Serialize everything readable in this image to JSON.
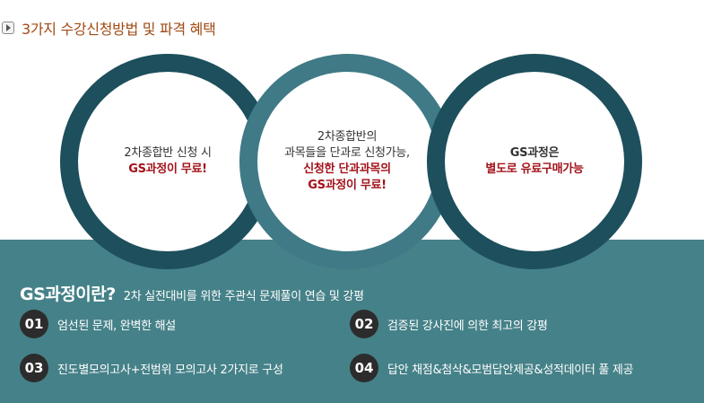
{
  "header": {
    "title": "3가지 수강신청방법 및 파격 혜택"
  },
  "circles": [
    {
      "line1": "2차종합반 신청 시",
      "line2": "GS과정이 무료!"
    },
    {
      "line1": "2차종합반의",
      "line2": "과목들을 단과로 신청가능,",
      "line3": "신청한 단과과목의",
      "line4": "GS과정이 무료!"
    },
    {
      "line1": "GS과정은",
      "line2": "별도로 유료구매가능"
    }
  ],
  "section": {
    "title": "GS과정이란?",
    "subtitle": "2차 실전대비를 위한 주관식 문제풀이 연습 및 강평",
    "items": [
      {
        "num": "01",
        "text": "엄선된 문제, 완벽한 해설"
      },
      {
        "num": "02",
        "text": "검증된 강사진에 의한 최고의 강평"
      },
      {
        "num": "03",
        "text": "진도별모의고사+전범위 모의고사 2가지로 구성"
      },
      {
        "num": "04",
        "text": "답안 채점&첨삭&모범답안제공&성적데이터 풀 제공"
      }
    ]
  },
  "colors": {
    "accent": "#a04a13",
    "band": "#458188",
    "ring_dark": "#1d4f5c",
    "ring_mid": "#3f7a86",
    "highlight": "#a3121a"
  }
}
